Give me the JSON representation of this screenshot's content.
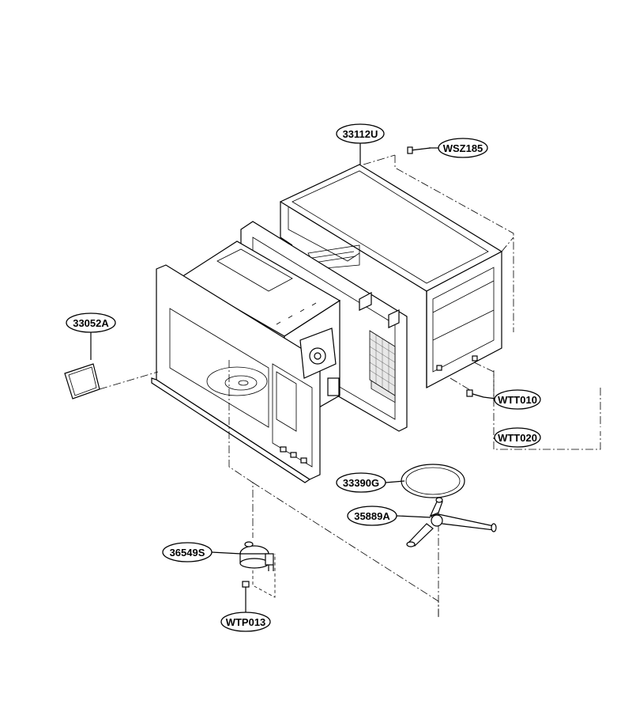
{
  "parts": {
    "p33112U": "33112U",
    "pWSZ185": "WSZ185",
    "p33052A": "33052A",
    "pWTT010": "WTT010",
    "pWTT020": "WTT020",
    "p33390G": "33390G",
    "p35889A": "35889A",
    "p36549S": "36549S",
    "pWTP013": "WTP013"
  }
}
